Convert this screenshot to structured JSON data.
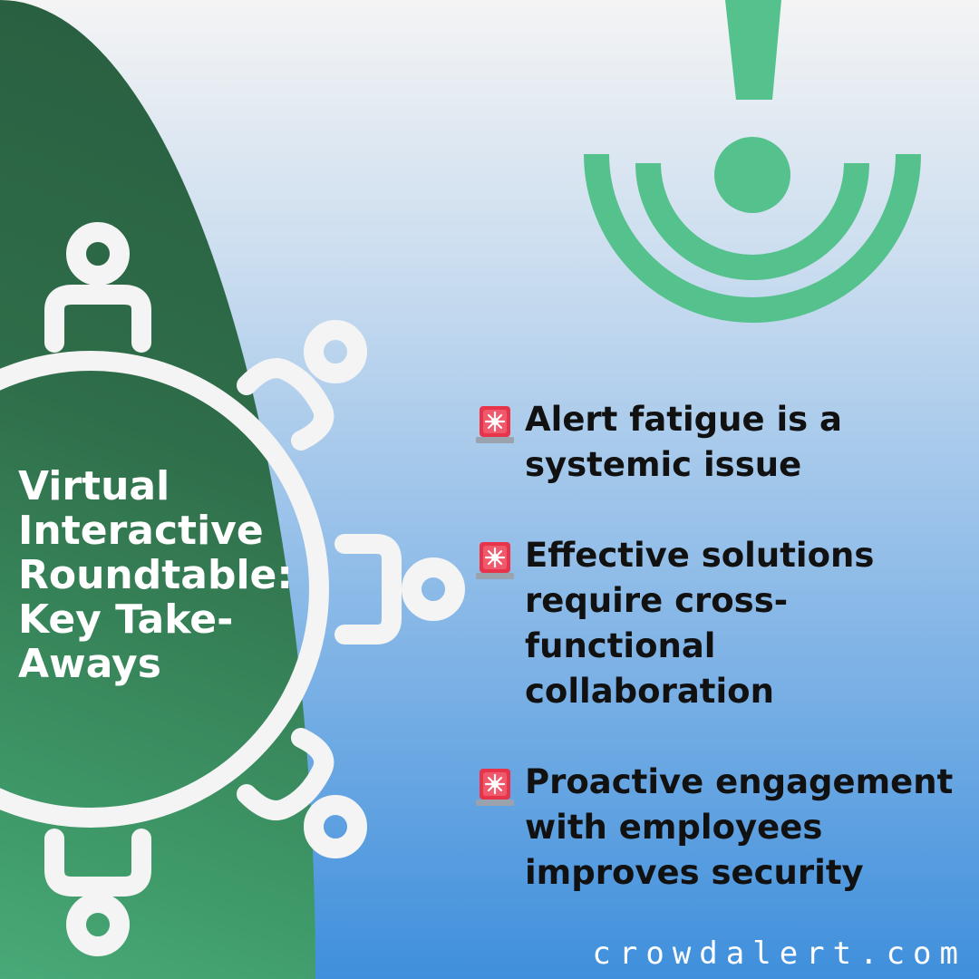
{
  "title_lines": [
    "Virtual",
    "Interactive",
    "Roundtable:",
    "Key Take-",
    "Aways"
  ],
  "takeaways": [
    {
      "lines": [
        "Alert fatigue is a",
        "systemic issue"
      ]
    },
    {
      "lines": [
        "Effective solutions",
        "require cross-",
        "functional",
        "collaboration"
      ]
    },
    {
      "lines": [
        "Proactive engagement",
        "with employees",
        "improves security"
      ]
    }
  ],
  "footer": {
    "domain": "crowdalert.com"
  },
  "icons": {
    "bullet": "siren-icon",
    "top_right": "alert-signal-icon",
    "left": "roundtable-people-icon"
  },
  "colors": {
    "brand_green": "#55c18c",
    "dark_green": "#2b6445",
    "siren_red": "#e8344a",
    "text": "#111111"
  }
}
